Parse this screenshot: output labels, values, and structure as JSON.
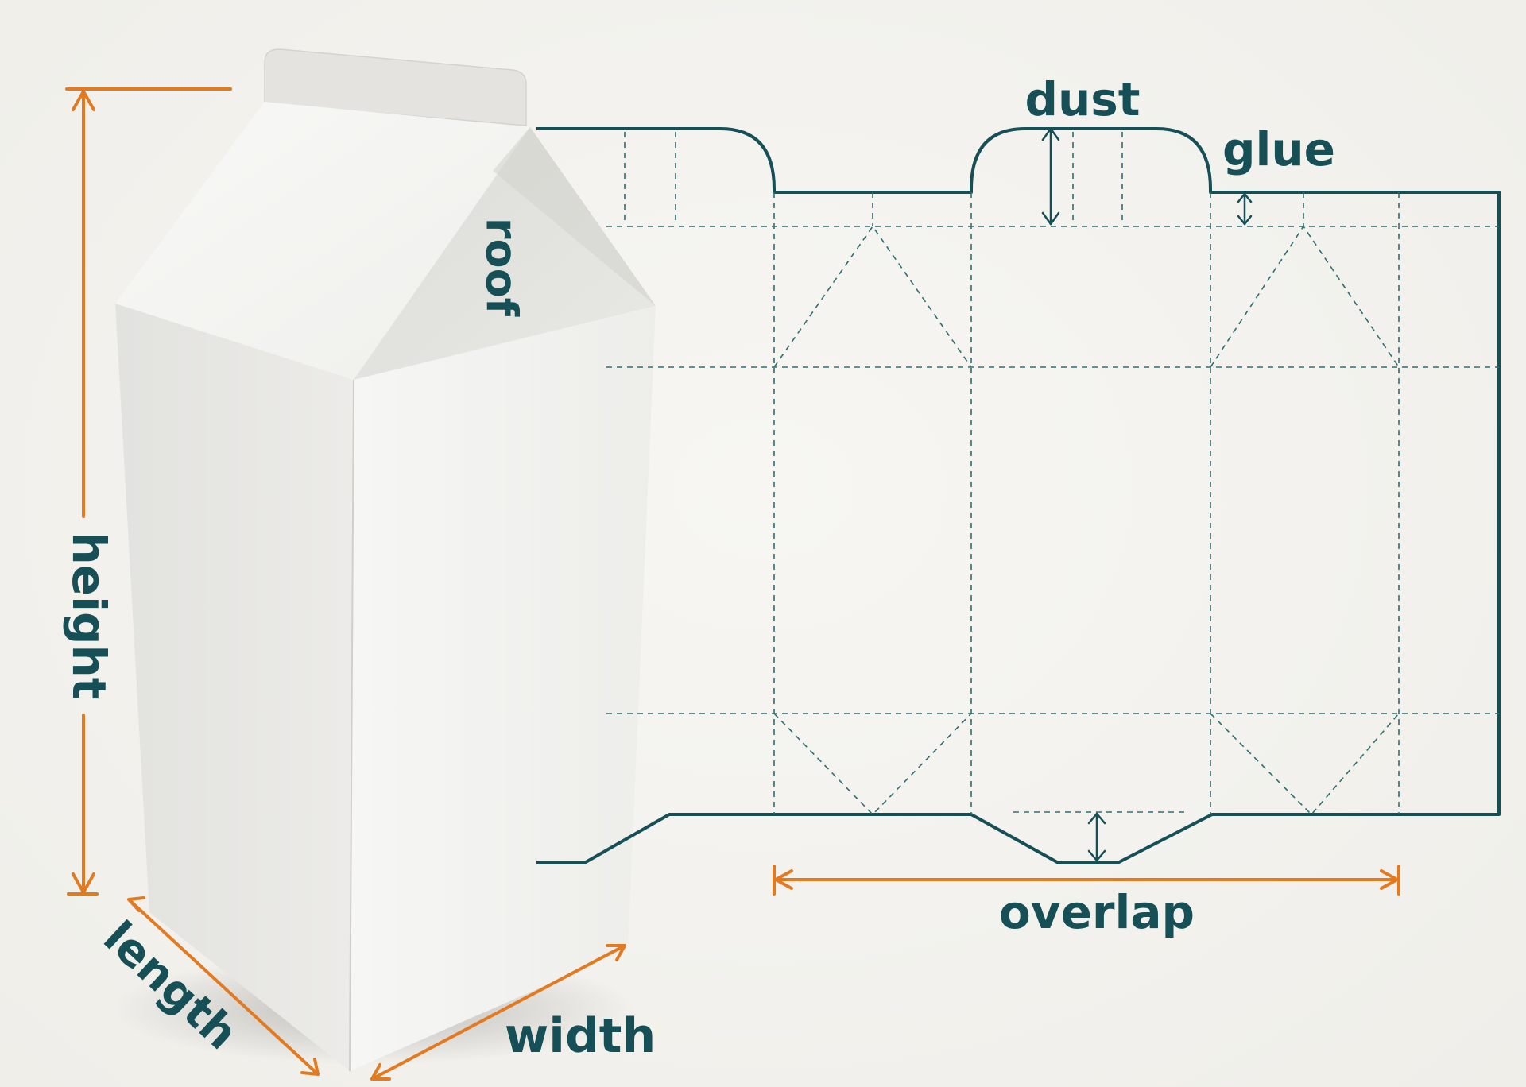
{
  "labels": {
    "height": "height",
    "length": "length",
    "width": "width",
    "roof": "roof",
    "dust": "dust",
    "glue": "glue",
    "overlap": "overlap"
  },
  "colors": {
    "background": "#f3f2ee",
    "dieline": "#164f56",
    "dimension": "#e27a22",
    "label": "#164f56"
  }
}
